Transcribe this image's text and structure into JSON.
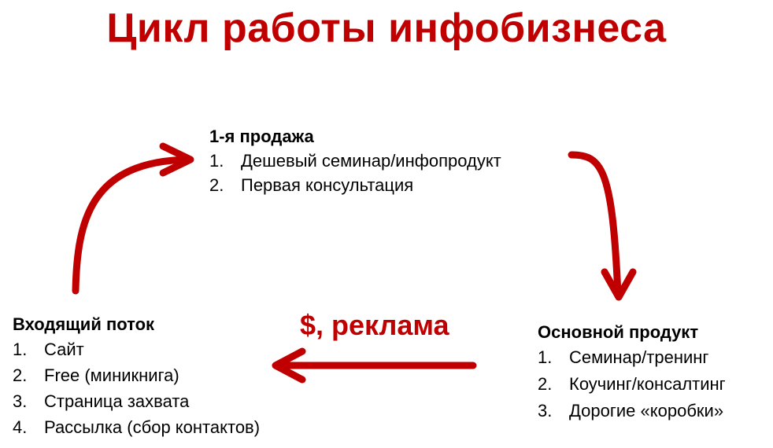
{
  "title": "Цикл работы инфобизнеса",
  "accent_color": "#c00000",
  "first_sale": {
    "heading": "1-я продажа",
    "items": [
      {
        "num": "1.",
        "label": "Дешевый семинар/инфопродукт"
      },
      {
        "num": "2.",
        "label": "Первая консультация"
      }
    ]
  },
  "main_product": {
    "heading": "Основной продукт",
    "items": [
      {
        "num": "1.",
        "label": "Семинар/тренинг"
      },
      {
        "num": "2.",
        "label": "Коучинг/консалтинг"
      },
      {
        "num": "3.",
        "label": "Дорогие «коробки»"
      }
    ]
  },
  "incoming_flow": {
    "heading": "Входящий поток",
    "items": [
      {
        "num": "1.",
        "label": "Сайт"
      },
      {
        "num": "2.",
        "label": "Free (миникнига)"
      },
      {
        "num": "3.",
        "label": "Страница захвата"
      },
      {
        "num": "4.",
        "label": "Рассылка (сбор контактов)"
      }
    ]
  },
  "ads_label": "$, реклама"
}
